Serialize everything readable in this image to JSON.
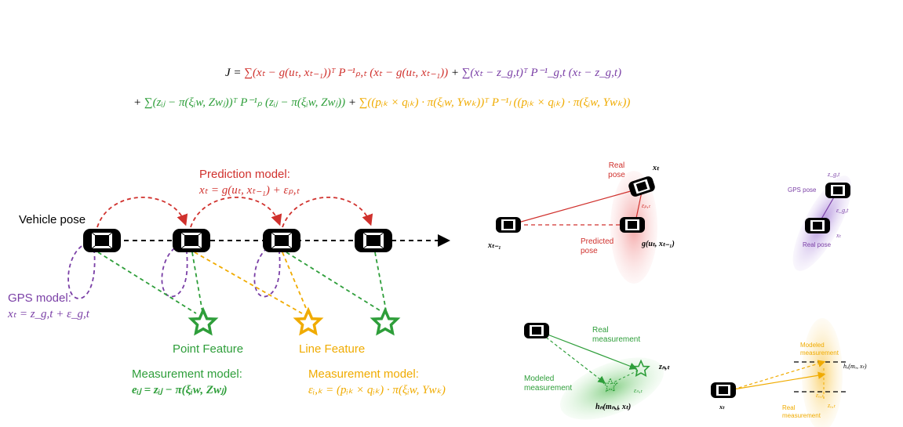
{
  "equation": {
    "line1": {
      "lhs": "J =",
      "term_prediction": "∑(xₜ − g(uₜ, xₜ₋₁))ᵀ P⁻¹ₚ,ₜ (xₜ − g(uₜ, xₜ₋₁))",
      "plus": "+",
      "term_gps": "∑(xₜ − z_g,t)ᵀ P⁻¹_g,t (xₜ − z_g,t)"
    },
    "line2": {
      "plus": "+",
      "term_point": "∑(zᵢⱼ − π(ξᵢw, Zwⱼ))ᵀ P⁻¹ₚ (zᵢⱼ − π(ξᵢw, Zwⱼ))",
      "plus2": "+",
      "term_line": "∑((pᵢₖ × qᵢₖ) · π(ξᵢw, Ywₖ))ᵀ P⁻¹ₗ ((pᵢₖ × qᵢₖ) · π(ξᵢw, Ywₖ))"
    }
  },
  "left_diagram": {
    "prediction_title": "Prediction model:",
    "prediction_eq": "xₜ = g(uₜ, xₜ₋₁) + εₚ,ₜ",
    "vehicle_pose": "Vehicle pose",
    "gps_title": "GPS model:",
    "gps_eq": "xₜ = z_g,t + ε_g,t",
    "point_feature": "Point Feature",
    "line_feature": "Line Feature",
    "meas_point_title": "Measurement model:",
    "meas_point_eq": "eᵢⱼ = zᵢⱼ − π(ξᵢw, Zwⱼ)",
    "meas_line_title": "Measurement model:",
    "meas_line_eq": "εᵢ,ₖ = (pᵢₖ × qᵢₖ) · π(ξᵢw, Ywₖ)"
  },
  "pred_panel": {
    "real_pose": "Real pose",
    "xt": "xₜ",
    "eps": "εₚ,ₜ",
    "xt1": "xₜ₋₁",
    "predicted_pose": "Predicted pose",
    "g": "g(uₜ, xₜ₋₁)"
  },
  "gps_panel": {
    "zg": "z_g,t",
    "gps_pose": "GPS pose",
    "eps": "ε_g,t",
    "xt": "xₜ",
    "real_pose": "Real pose"
  },
  "point_panel": {
    "real_measurement": "Real measurement",
    "znt": "zₙ,ₜ",
    "modeled_measurement": "Modeled measurement",
    "eps": "εₙ,ₜ",
    "h": "hₙ(mₙ,ⱼ, xₜ)"
  },
  "line_panel": {
    "modeled_measurement": "Modeled measurement",
    "h": "hₒ(mₒ, xₜ)",
    "eps": "εₒ,ₜ",
    "z": "zₒ,ₜ",
    "real_measurement": "Real measurement",
    "xt": "xₜ"
  },
  "colors": {
    "prediction": "#d0312d",
    "gps": "#7a3fa6",
    "point": "#2e9e3a",
    "line": "#f0ab00"
  }
}
